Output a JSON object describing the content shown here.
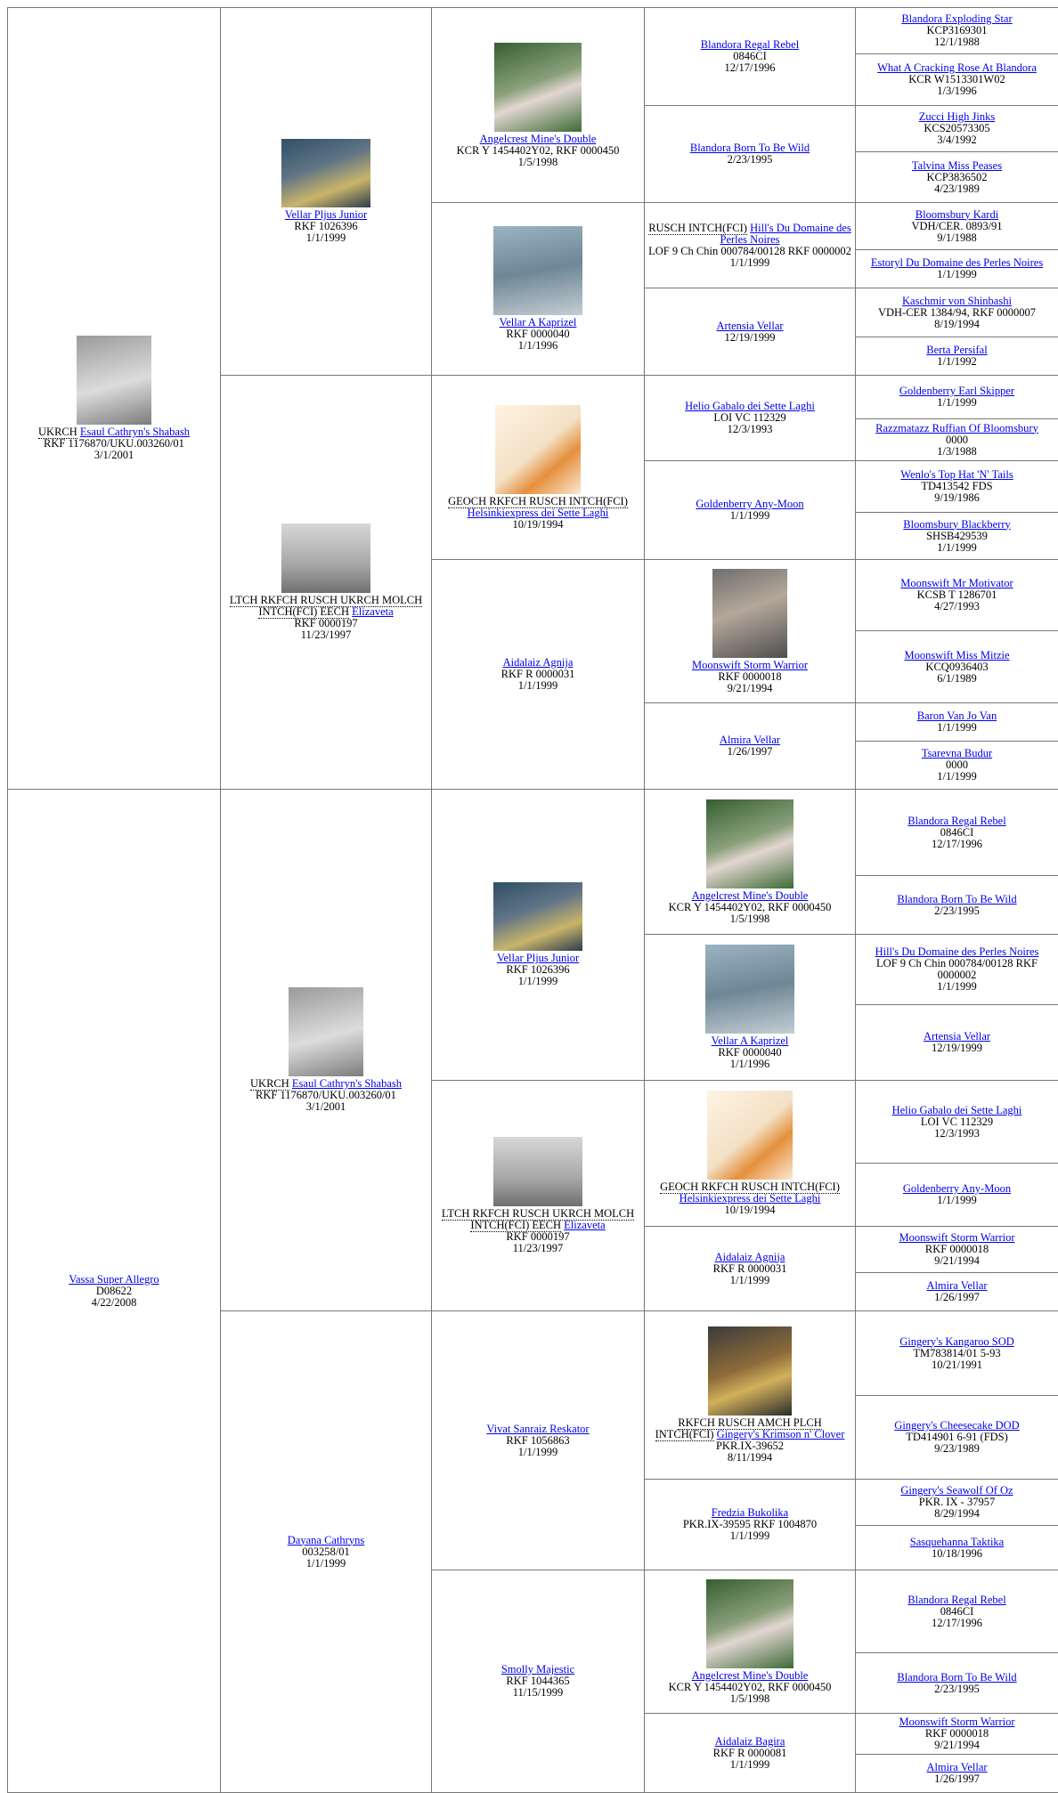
{
  "colors": {
    "link": "#0000ee",
    "border": "#777777"
  },
  "cells": [
    {
      "title": "UKRCH",
      "name": "Esaul Cathryn's Shabash",
      "reg": "RKF 1176870/UKU.003260/01",
      "date": "3/1/2001",
      "photo": "light"
    },
    {
      "title": "",
      "name": "Vassa Super Allegro",
      "reg": "D08622",
      "date": "4/22/2008",
      "photo": ""
    },
    {
      "title": "",
      "name": "Vellar Pljus Junior",
      "reg": "RKF 1026396",
      "date": "1/1/1999",
      "photo": "trophy"
    },
    {
      "title": "LTCH RKFCH RUSCH UKRCH MOLCH INTCH(FCI) EECH",
      "name": "Elizaveta",
      "reg": "RKF 0000197",
      "date": "11/23/1997",
      "photo": "street"
    },
    {
      "title": "UKRCH",
      "name": "Esaul Cathryn's Shabash",
      "reg": "RKF 1176870/UKU.003260/01",
      "date": "3/1/2001",
      "photo": "light"
    },
    {
      "title": "",
      "name": "Dayana Cathryns",
      "reg": "003258/01",
      "date": "1/1/1999",
      "photo": ""
    },
    {
      "title": "",
      "name": "Angelcrest Mine's Double",
      "reg": "KCR Y 1454402Y02, RKF 0000450",
      "date": "1/5/1998",
      "photo": "green"
    },
    {
      "title": "",
      "name": "Vellar A Kaprizel",
      "reg": "RKF 0000040",
      "date": "1/1/1996",
      "photo": "bluegrey"
    },
    {
      "title": "GEOCH RKFCH RUSCH INTCH(FCI)",
      "name": "Helsinkiexpress dei Sette Laghi",
      "reg": "",
      "date": "10/19/1994",
      "photo": "orange"
    },
    {
      "title": "",
      "name": "Aidalaiz Agnija",
      "reg": "RKF R 0000031",
      "date": "1/1/1999",
      "photo": ""
    },
    {
      "title": "",
      "name": "Vellar Pljus Junior",
      "reg": "RKF 1026396",
      "date": "1/1/1999",
      "photo": "trophy"
    },
    {
      "title": "LTCH RKFCH RUSCH UKRCH MOLCH INTCH(FCI) EECH",
      "name": "Elizaveta",
      "reg": "RKF 0000197",
      "date": "11/23/1997",
      "photo": "street"
    },
    {
      "title": "",
      "name": "Vivat Sanraiz Reskator",
      "reg": "RKF 1056863",
      "date": "1/1/1999",
      "photo": ""
    },
    {
      "title": "",
      "name": "Smolly Majestic",
      "reg": "RKF 1044365",
      "date": "11/15/1999",
      "photo": ""
    },
    {
      "title": "",
      "name": "Blandora Regal Rebel",
      "reg": "0846CI",
      "date": "12/17/1996",
      "photo": ""
    },
    {
      "title": "",
      "name": "Blandora Born To Be Wild",
      "reg": "",
      "date": "2/23/1995",
      "photo": ""
    },
    {
      "title": "RUSCH INTCH(FCI)",
      "name": "Hill's Du Domaine des Perles Noires",
      "reg": "LOF 9 Ch Chin 000784/00128 RKF 0000002",
      "date": "1/1/1999",
      "photo": ""
    },
    {
      "title": "",
      "name": "Artensia Vellar",
      "reg": "",
      "date": "12/19/1999",
      "photo": ""
    },
    {
      "title": "",
      "name": "Helio Gabalo dei Sette Laghi",
      "reg": "LOI VC 112329",
      "date": "12/3/1993",
      "photo": ""
    },
    {
      "title": "",
      "name": "Goldenberry Any-Moon",
      "reg": "",
      "date": "1/1/1999",
      "photo": ""
    },
    {
      "title": "",
      "name": "Moonswift Storm Warrior",
      "reg": "RKF 0000018",
      "date": "9/21/1994",
      "photo": "dark"
    },
    {
      "title": "",
      "name": "Almira Vellar",
      "reg": "",
      "date": "1/26/1997",
      "photo": ""
    },
    {
      "title": "",
      "name": "Angelcrest Mine's Double",
      "reg": "KCR Y 1454402Y02, RKF 0000450",
      "date": "1/5/1998",
      "photo": "green"
    },
    {
      "title": "",
      "name": "Vellar A Kaprizel",
      "reg": "RKF 0000040",
      "date": "1/1/1996",
      "photo": "bluegrey"
    },
    {
      "title": "GEOCH RKFCH RUSCH INTCH(FCI)",
      "name": "Helsinkiexpress dei Sette Laghi",
      "reg": "",
      "date": "10/19/1994",
      "photo": "orange"
    },
    {
      "title": "",
      "name": "Aidalaiz Agnija",
      "reg": "RKF R 0000031",
      "date": "1/1/1999",
      "photo": ""
    },
    {
      "title": "RKFCH RUSCH AMCH PLCH INTCH(FCI)",
      "name": "Gingery's Krimson n' Clover",
      "reg": "PKR.IX-39652",
      "date": "8/11/1994",
      "photo": "trophy2"
    },
    {
      "title": "",
      "name": "Fredzia Bukolika",
      "reg": "PKR.IX-39595 RKF 1004870",
      "date": "1/1/1999",
      "photo": ""
    },
    {
      "title": "",
      "name": "Angelcrest Mine's Double",
      "reg": "KCR Y 1454402Y02, RKF 0000450",
      "date": "1/5/1998",
      "photo": "green"
    },
    {
      "title": "",
      "name": "Aidalaiz Bagira",
      "reg": "RKF R 0000081",
      "date": "1/1/1999",
      "photo": ""
    },
    {
      "title": "",
      "name": "Blandora Exploding Star",
      "reg": "KCP3169301",
      "date": "12/1/1988",
      "photo": ""
    },
    {
      "title": "",
      "name": "What A Cracking Rose At Blandora",
      "reg": "KCR W1513301W02",
      "date": "1/3/1996",
      "photo": ""
    },
    {
      "title": "",
      "name": "Zucci High Jinks",
      "reg": "KCS20573305",
      "date": "3/4/1992",
      "photo": ""
    },
    {
      "title": "",
      "name": "Talvina Miss Peases",
      "reg": "KCP3836502",
      "date": "4/23/1989",
      "photo": ""
    },
    {
      "title": "",
      "name": "Bloomsbury Kardi",
      "reg": "VDH/CER. 0893/91",
      "date": "9/1/1988",
      "photo": ""
    },
    {
      "title": "",
      "name": "Estoryl Du Domaine des Perles Noires",
      "reg": "",
      "date": "1/1/1999",
      "photo": ""
    },
    {
      "title": "",
      "name": "Kaschmir von Shinbashi",
      "reg": "VDH-CER 1384/94, RKF 0000007",
      "date": "8/19/1994",
      "photo": ""
    },
    {
      "title": "",
      "name": "Berta Persifal",
      "reg": "",
      "date": "1/1/1992",
      "photo": ""
    },
    {
      "title": "",
      "name": "Goldenberry Earl Skipper",
      "reg": "",
      "date": "1/1/1999",
      "photo": ""
    },
    {
      "title": "",
      "name": "Razzmatazz Ruffian Of Bloomsbury",
      "reg": "0000",
      "date": "1/3/1988",
      "photo": ""
    },
    {
      "title": "",
      "name": "Wenlo's Top Hat 'N' Tails",
      "reg": "TD413542 FDS",
      "date": "9/19/1986",
      "photo": ""
    },
    {
      "title": "",
      "name": "Bloomsbury Blackberry",
      "reg": "SHSB429539",
      "date": "1/1/1999",
      "photo": ""
    },
    {
      "title": "",
      "name": "Moonswift Mr Motivator",
      "reg": "KCSB T 1286701",
      "date": "4/27/1993",
      "photo": ""
    },
    {
      "title": "",
      "name": "Moonswift Miss Mitzie",
      "reg": "KCQ0936403",
      "date": "6/1/1989",
      "photo": ""
    },
    {
      "title": "",
      "name": "Baron Van Jo Van",
      "reg": "",
      "date": "1/1/1999",
      "photo": ""
    },
    {
      "title": "",
      "name": "Tsarevna Budur",
      "reg": "0000",
      "date": "1/1/1999",
      "photo": ""
    },
    {
      "title": "",
      "name": "Blandora Regal Rebel",
      "reg": "0846CI",
      "date": "12/17/1996",
      "photo": ""
    },
    {
      "title": "",
      "name": "Blandora Born To Be Wild",
      "reg": "",
      "date": "2/23/1995",
      "photo": ""
    },
    {
      "title": "",
      "name": "Hill's Du Domaine des Perles Noires",
      "reg": "LOF 9 Ch Chin 000784/00128 RKF 0000002",
      "date": "1/1/1999",
      "photo": ""
    },
    {
      "title": "",
      "name": "Artensia Vellar",
      "reg": "",
      "date": "12/19/1999",
      "photo": ""
    },
    {
      "title": "",
      "name": "Helio Gabalo dei Sette Laghi",
      "reg": "LOI VC 112329",
      "date": "12/3/1993",
      "photo": ""
    },
    {
      "title": "",
      "name": "Goldenberry Any-Moon",
      "reg": "",
      "date": "1/1/1999",
      "photo": ""
    },
    {
      "title": "",
      "name": "Moonswift Storm Warrior",
      "reg": "RKF 0000018",
      "date": "9/21/1994",
      "photo": ""
    },
    {
      "title": "",
      "name": "Almira Vellar",
      "reg": "",
      "date": "1/26/1997",
      "photo": ""
    },
    {
      "title": "",
      "name": "Gingery's Kangaroo SOD",
      "reg": "TM783814/01 5-93",
      "date": "10/21/1991",
      "photo": ""
    },
    {
      "title": "",
      "name": "Gingery's Cheesecake DOD",
      "reg": "TD414901 6-91 (FDS)",
      "date": "9/23/1989",
      "photo": ""
    },
    {
      "title": "",
      "name": "Gingery's Seawolf Of Oz",
      "reg": "PKR. IX - 37957",
      "date": "8/29/1994",
      "photo": ""
    },
    {
      "title": "",
      "name": "Sasquehanna Taktika",
      "reg": "",
      "date": "10/18/1996",
      "photo": ""
    },
    {
      "title": "",
      "name": "Blandora Regal Rebel",
      "reg": "0846CI",
      "date": "12/17/1996",
      "photo": ""
    },
    {
      "title": "",
      "name": "Blandora Born To Be Wild",
      "reg": "",
      "date": "2/23/1995",
      "photo": ""
    },
    {
      "title": "",
      "name": "Moonswift Storm Warrior",
      "reg": "RKF 0000018",
      "date": "9/21/1994",
      "photo": ""
    },
    {
      "title": "",
      "name": "Almira Vellar",
      "reg": "",
      "date": "1/26/1997",
      "photo": ""
    }
  ]
}
